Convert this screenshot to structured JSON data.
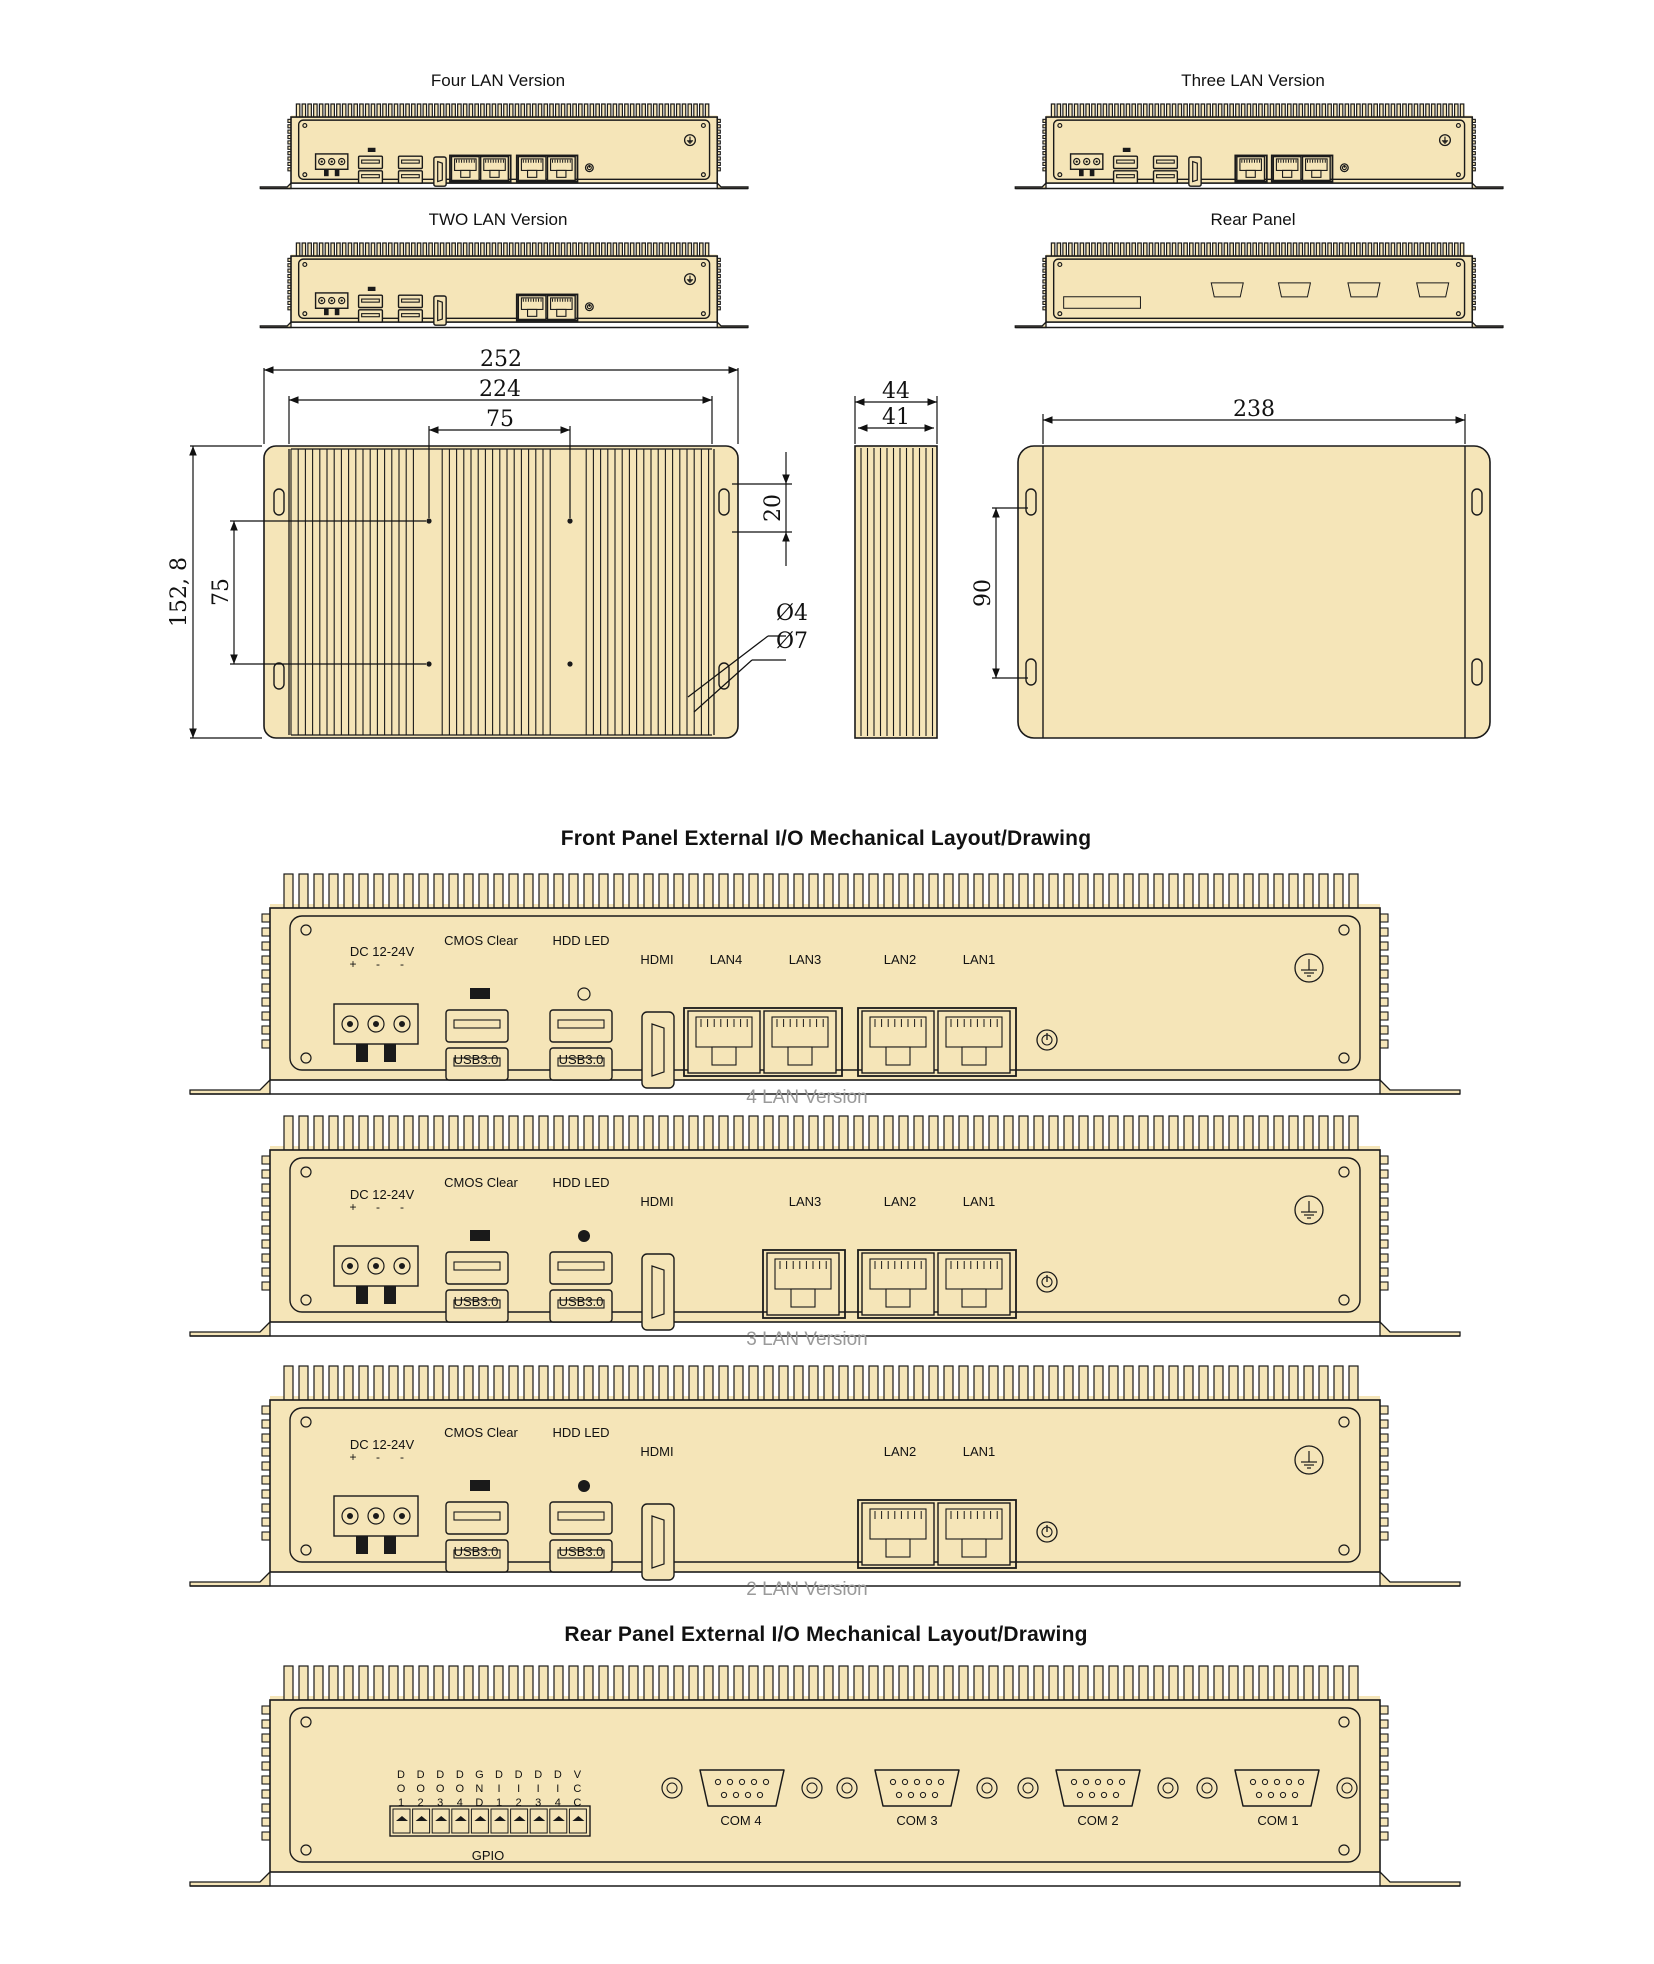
{
  "colors": {
    "body": "#f5e5b8",
    "stroke": "#1a1a1a",
    "version_text": "#9a9a9a"
  },
  "thumbnails": {
    "four_lan": "Four LAN Version",
    "three_lan": "Three LAN Version",
    "two_lan": "TWO LAN Version",
    "rear": "Rear Panel"
  },
  "dimensions": {
    "width_overall": "252",
    "width_inner": "224",
    "hole_spacing_x": "75",
    "height_overall": "152, 8",
    "hole_spacing_y": "75",
    "offset_top": "20",
    "hole_small": "Ø4",
    "hole_large": "Ø7",
    "depth_overall": "44",
    "depth_inner": "41",
    "bottom_width": "238",
    "bottom_hole_spacing": "90"
  },
  "front_heading": "Front Panel External I/O Mechanical Layout/Drawing",
  "rear_heading": "Rear Panel External I/O Mechanical Layout/Drawing",
  "front_labels": {
    "dc": "DC 12-24V",
    "plus": "+",
    "minus1": "-",
    "minus2": "-",
    "cmos": "CMOS Clear",
    "hdd": "HDD LED",
    "usb_a": "USB3.0",
    "usb_b": "USB3.0",
    "hdmi": "HDMI",
    "lan4": "LAN4",
    "lan3": "LAN3",
    "lan2": "LAN2",
    "lan1": "LAN1"
  },
  "versions": {
    "four": "4 LAN Version",
    "three": "3 LAN Version",
    "two": "2 LAN Version"
  },
  "rear_labels": {
    "gpio": "GPIO",
    "gpio_pins": [
      "DO1",
      "DO2",
      "DO3",
      "DO4",
      "GND",
      "DI1",
      "DI2",
      "DI3",
      "DI4",
      "VCC"
    ],
    "com4": "COM 4",
    "com3": "COM 3",
    "com2": "COM 2",
    "com1": "COM 1"
  }
}
